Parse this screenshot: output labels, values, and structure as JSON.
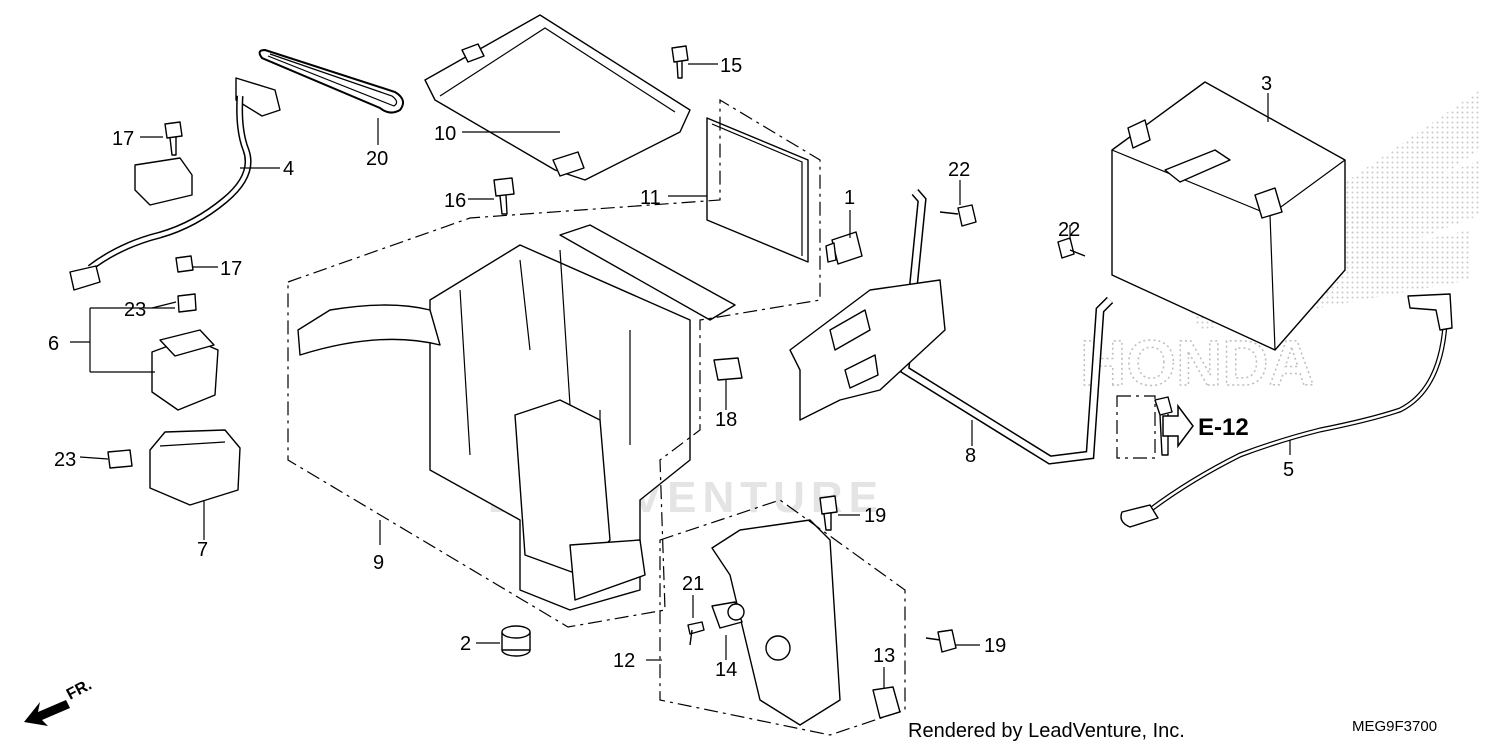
{
  "diagram": {
    "part_numbers": [
      "1",
      "2",
      "3",
      "4",
      "5",
      "6",
      "7",
      "8",
      "9",
      "10",
      "11",
      "12",
      "13",
      "14",
      "15",
      "16",
      "17",
      "17",
      "18",
      "19",
      "19",
      "20",
      "21",
      "22",
      "22",
      "23",
      "23"
    ],
    "reference_arrow": "E-12",
    "direction_marker": "FR.",
    "watermark": "LEADVENTURE",
    "brand_watermark": "HONDA",
    "footer_text": "Rendered by LeadVenture, Inc.",
    "drawing_code": "MEG9F3700"
  }
}
